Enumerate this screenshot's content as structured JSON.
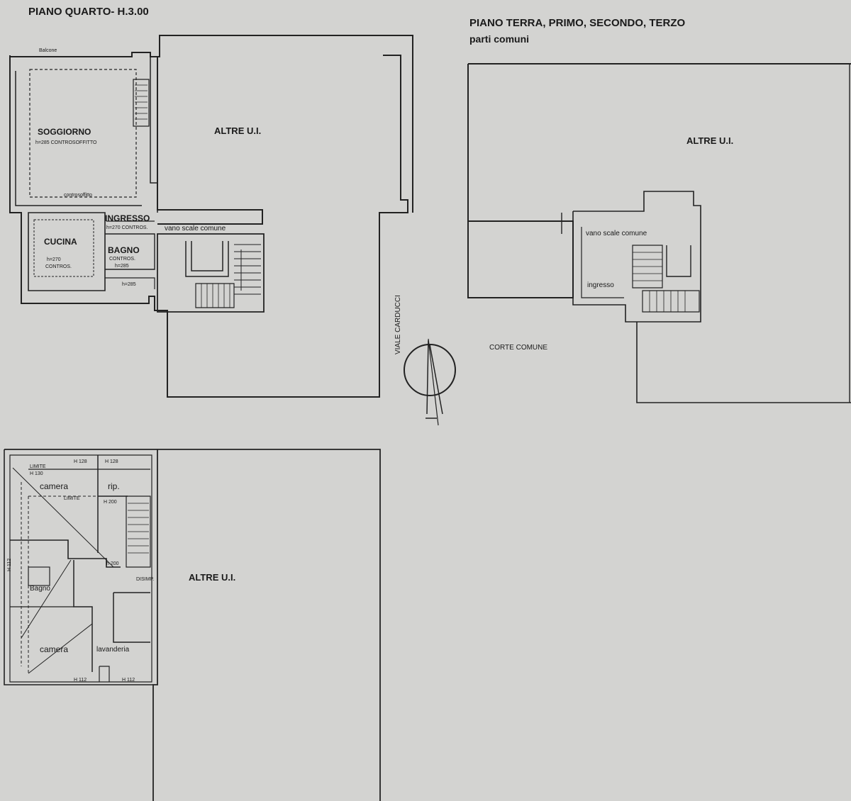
{
  "sections": {
    "fourth_floor": {
      "title": "PIANO QUARTO- H.3.00"
    },
    "ground_floors": {
      "title": "PIANO TERRA, PRIMO, SECONDO, TERZO",
      "subtitle": "parti comuni"
    }
  },
  "labels": {
    "balcony": "Balcone",
    "soggiorno": "SOGGIORNO",
    "soggiorno_note": "h=285 CONTROSOFFITTO",
    "soggiorno_note2": "controsoffitto",
    "altre_ui_top": "ALTRE U.I.",
    "ingresso": "INGRESSO",
    "ingresso_note": "h=270 CONTROS.",
    "vano_scale_top": "vano scale comune",
    "cucina": "CUCINA",
    "cucina_note1": "h=270",
    "cucina_note2": "CONTROS.",
    "bagno": "BAGNO",
    "bagno_note1": "CONTROS.",
    "bagno_note2": "h=285",
    "bagno_note3": "h=285",
    "viale": "VIALE CARDUCCI",
    "altre_ui_right": "ALTRE U.I.",
    "vano_scale_right": "vano scale comune",
    "ingresso_right": "ingresso",
    "corte": "CORTE COMUNE",
    "attic_camera1": "camera",
    "attic_rip": "rip.",
    "attic_h128a": "H 128",
    "attic_h128b": "H 128",
    "attic_h130": "H 130",
    "attic_limite1": "LIMITE",
    "attic_limite2": "LIMITE",
    "attic_h200": "H 200",
    "attic_h200b": "h 200",
    "attic_disimp": "DISIMP.",
    "attic_bagno": "Bagno",
    "attic_camera2": "camera",
    "attic_lavanderia": "lavanderia",
    "attic_h112a": "H 112",
    "attic_h112b": "H 112",
    "attic_side": "H 112",
    "altre_ui_bottom": "ALTRE U.I."
  }
}
